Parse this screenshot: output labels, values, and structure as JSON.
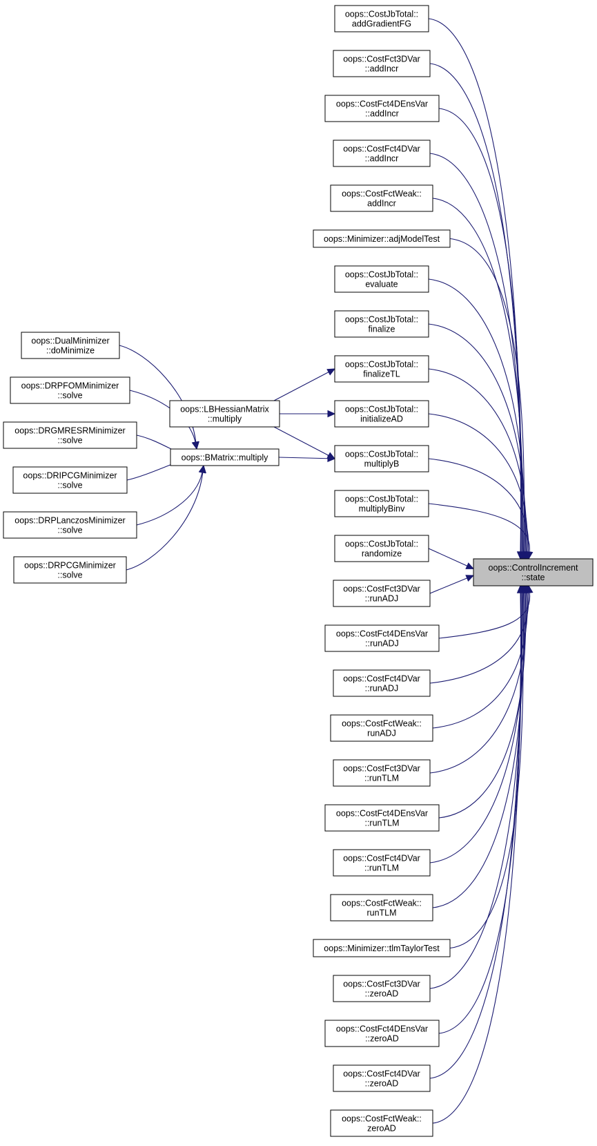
{
  "nodes": [
    {
      "id": "addGradientFG_jb",
      "lines": [
        "oops::CostJbTotal::",
        "addGradientFG"
      ]
    },
    {
      "id": "addIncr_3d",
      "lines": [
        "oops::CostFct3DVar",
        "::addIncr"
      ]
    },
    {
      "id": "addIncr_4dens",
      "lines": [
        "oops::CostFct4DEnsVar",
        "::addIncr"
      ]
    },
    {
      "id": "addIncr_4d",
      "lines": [
        "oops::CostFct4DVar",
        "::addIncr"
      ]
    },
    {
      "id": "addIncr_weak",
      "lines": [
        "oops::CostFctWeak::",
        "addIncr"
      ]
    },
    {
      "id": "adjModelTest",
      "lines": [
        "oops::Minimizer::adjModelTest"
      ]
    },
    {
      "id": "evaluate_jb",
      "lines": [
        "oops::CostJbTotal::",
        "evaluate"
      ]
    },
    {
      "id": "finalize_jb",
      "lines": [
        "oops::CostJbTotal::",
        "finalize"
      ]
    },
    {
      "id": "finalizeTL_jb",
      "lines": [
        "oops::CostJbTotal::",
        "finalizeTL"
      ]
    },
    {
      "id": "initializeAD_jb",
      "lines": [
        "oops::CostJbTotal::",
        "initializeAD"
      ]
    },
    {
      "id": "multiplyB_jb",
      "lines": [
        "oops::CostJbTotal::",
        "multiplyB"
      ]
    },
    {
      "id": "multiplyBinv_jb",
      "lines": [
        "oops::CostJbTotal::",
        "multiplyBinv"
      ]
    },
    {
      "id": "randomize_jb",
      "lines": [
        "oops::CostJbTotal::",
        "randomize"
      ]
    },
    {
      "id": "runADJ_3d",
      "lines": [
        "oops::CostFct3DVar",
        "::runADJ"
      ]
    },
    {
      "id": "runADJ_4dens",
      "lines": [
        "oops::CostFct4DEnsVar",
        "::runADJ"
      ]
    },
    {
      "id": "runADJ_4d",
      "lines": [
        "oops::CostFct4DVar",
        "::runADJ"
      ]
    },
    {
      "id": "runADJ_weak",
      "lines": [
        "oops::CostFctWeak::",
        "runADJ"
      ]
    },
    {
      "id": "runTLM_3d",
      "lines": [
        "oops::CostFct3DVar",
        "::runTLM"
      ]
    },
    {
      "id": "runTLM_4dens",
      "lines": [
        "oops::CostFct4DEnsVar",
        "::runTLM"
      ]
    },
    {
      "id": "runTLM_4d",
      "lines": [
        "oops::CostFct4DVar",
        "::runTLM"
      ]
    },
    {
      "id": "runTLM_weak",
      "lines": [
        "oops::CostFctWeak::",
        "runTLM"
      ]
    },
    {
      "id": "tlmTaylorTest",
      "lines": [
        "oops::Minimizer::tlmTaylorTest"
      ]
    },
    {
      "id": "zeroAD_3d",
      "lines": [
        "oops::CostFct3DVar",
        "::zeroAD"
      ]
    },
    {
      "id": "zeroAD_4dens",
      "lines": [
        "oops::CostFct4DEnsVar",
        "::zeroAD"
      ]
    },
    {
      "id": "zeroAD_4d",
      "lines": [
        "oops::CostFct4DVar",
        "::zeroAD"
      ]
    },
    {
      "id": "zeroAD_weak",
      "lines": [
        "oops::CostFctWeak::",
        "zeroAD"
      ]
    },
    {
      "id": "lbhessian",
      "lines": [
        "oops::LBHessianMatrix",
        "::multiply"
      ]
    },
    {
      "id": "bmatrix",
      "lines": [
        "oops::BMatrix::multiply"
      ]
    },
    {
      "id": "dual_min",
      "lines": [
        "oops::DualMinimizer",
        "::doMinimize"
      ]
    },
    {
      "id": "drpfom",
      "lines": [
        "oops::DRPFOMMinimizer",
        "::solve"
      ]
    },
    {
      "id": "drgmresr",
      "lines": [
        "oops::DRGMRESRMinimizer",
        "::solve"
      ]
    },
    {
      "id": "dripcg",
      "lines": [
        "oops::DRIPCGMinimizer",
        "::solve"
      ]
    },
    {
      "id": "drplanczos",
      "lines": [
        "oops::DRPLanczosMinimizer",
        "::solve"
      ]
    },
    {
      "id": "drpcg",
      "lines": [
        "oops::DRPCGMinimizer",
        "::solve"
      ]
    },
    {
      "id": "target",
      "lines": [
        "oops::ControlIncrement",
        "::state"
      ]
    }
  ],
  "edges": [
    {
      "from": "addGradientFG_jb",
      "to": "target"
    },
    {
      "from": "addIncr_3d",
      "to": "target"
    },
    {
      "from": "addIncr_4dens",
      "to": "target"
    },
    {
      "from": "addIncr_4d",
      "to": "target"
    },
    {
      "from": "addIncr_weak",
      "to": "target"
    },
    {
      "from": "adjModelTest",
      "to": "target"
    },
    {
      "from": "evaluate_jb",
      "to": "target"
    },
    {
      "from": "finalize_jb",
      "to": "target"
    },
    {
      "from": "finalizeTL_jb",
      "to": "target"
    },
    {
      "from": "initializeAD_jb",
      "to": "target"
    },
    {
      "from": "multiplyB_jb",
      "to": "target"
    },
    {
      "from": "multiplyBinv_jb",
      "to": "target"
    },
    {
      "from": "randomize_jb",
      "to": "target"
    },
    {
      "from": "runADJ_3d",
      "to": "target"
    },
    {
      "from": "runADJ_4dens",
      "to": "target"
    },
    {
      "from": "runADJ_4d",
      "to": "target"
    },
    {
      "from": "runADJ_weak",
      "to": "target"
    },
    {
      "from": "runTLM_3d",
      "to": "target"
    },
    {
      "from": "runTLM_4dens",
      "to": "target"
    },
    {
      "from": "runTLM_4d",
      "to": "target"
    },
    {
      "from": "runTLM_weak",
      "to": "target"
    },
    {
      "from": "tlmTaylorTest",
      "to": "target"
    },
    {
      "from": "zeroAD_3d",
      "to": "target"
    },
    {
      "from": "zeroAD_4dens",
      "to": "target"
    },
    {
      "from": "zeroAD_4d",
      "to": "target"
    },
    {
      "from": "zeroAD_weak",
      "to": "target"
    },
    {
      "from": "lbhessian",
      "to": "finalizeTL_jb"
    },
    {
      "from": "lbhessian",
      "to": "initializeAD_jb"
    },
    {
      "from": "lbhessian",
      "to": "multiplyB_jb"
    },
    {
      "from": "bmatrix",
      "to": "multiplyB_jb"
    },
    {
      "from": "dual_min",
      "to": "bmatrix"
    },
    {
      "from": "drpfom",
      "to": "bmatrix"
    },
    {
      "from": "drgmresr",
      "to": "bmatrix"
    },
    {
      "from": "dripcg",
      "to": "bmatrix"
    },
    {
      "from": "drplanczos",
      "to": "bmatrix"
    },
    {
      "from": "drpcg",
      "to": "bmatrix"
    }
  ],
  "colors": {
    "edge": "#191970",
    "node_border": "#000000",
    "node_fill": "#ffffff",
    "target_fill": "#bfbfbf"
  }
}
